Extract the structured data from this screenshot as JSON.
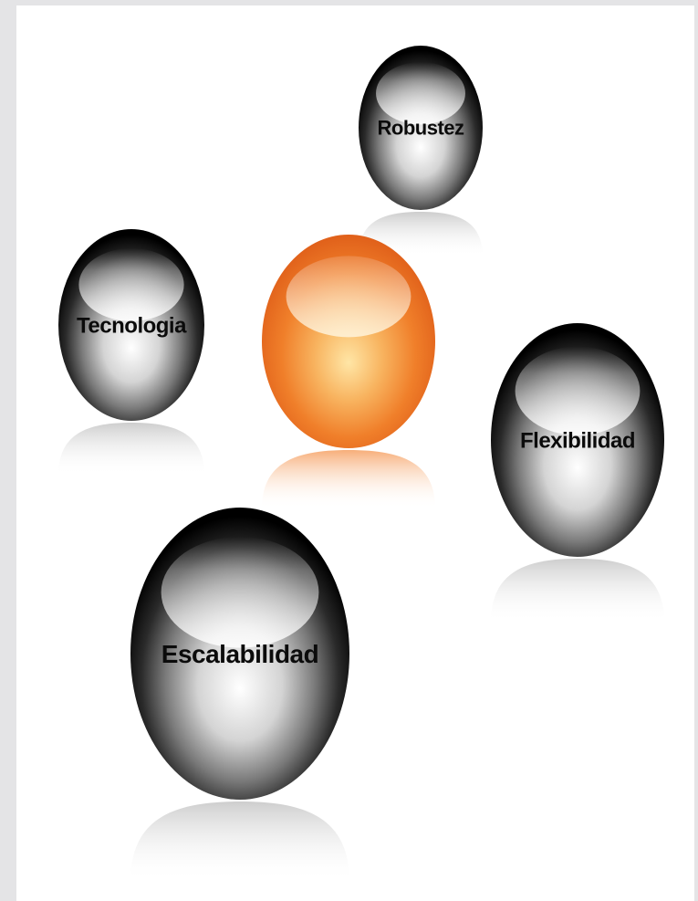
{
  "diagram": {
    "center_color": "#f07f2a",
    "sphere_dark": "#000000",
    "sphere_light": "#d8d8d8",
    "spheres": [
      {
        "id": "robustez",
        "label": "Robustez"
      },
      {
        "id": "tecnologia",
        "label": "Tecnologia"
      },
      {
        "id": "center",
        "label": ""
      },
      {
        "id": "flexibilidad",
        "label": "Flexibilidad"
      },
      {
        "id": "escalabilidad",
        "label": "Escalabilidad"
      }
    ]
  }
}
